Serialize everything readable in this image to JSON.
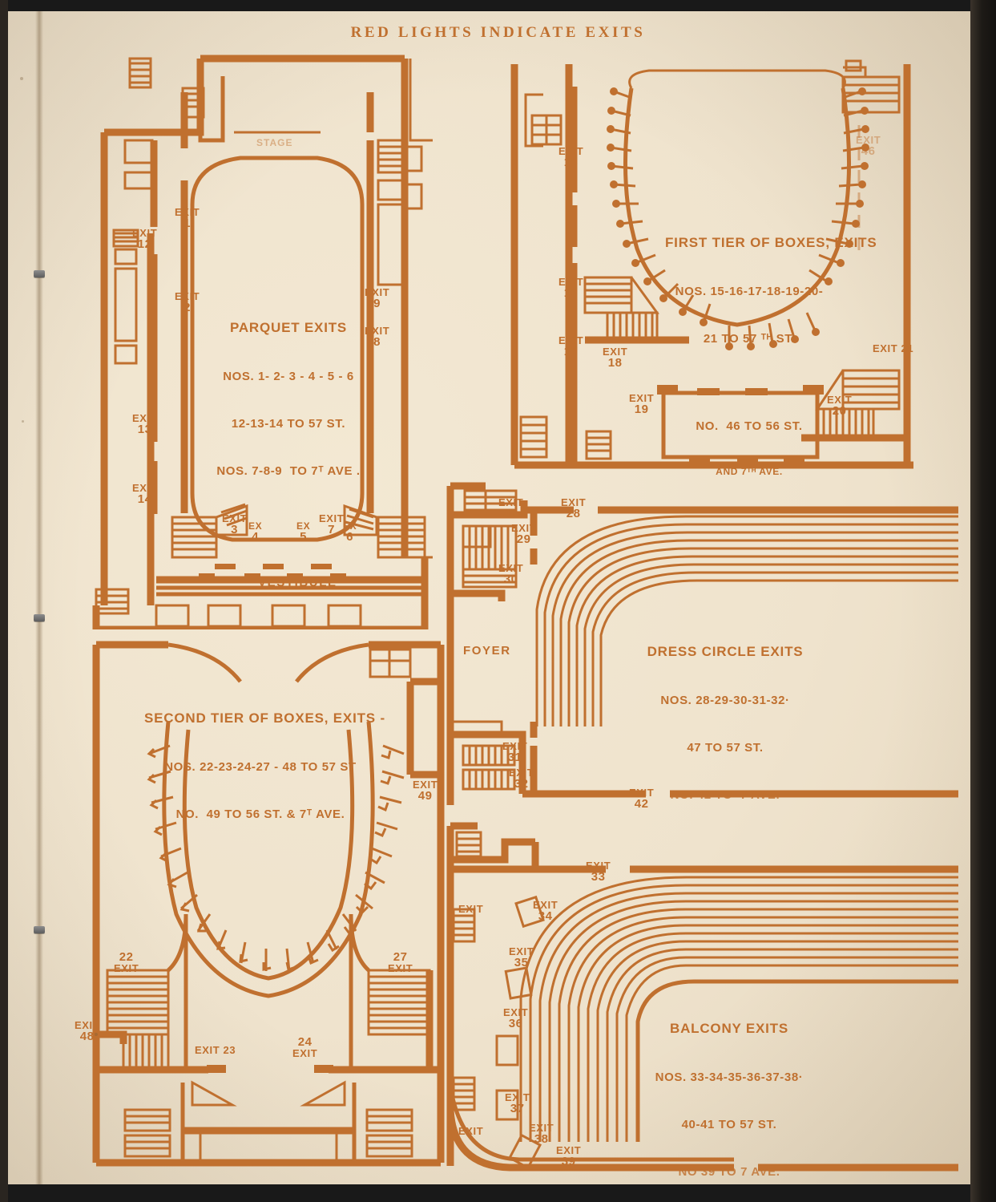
{
  "document": {
    "title": "RED LIGHTS INDICATE EXITS",
    "ink_color": "#c0702f",
    "paper_color": "#efe3cd"
  },
  "plans": {
    "parquet": {
      "heading": "Parquet Exits",
      "line1": "Nos. 1- 2- 3 - 4 - 5 - 6",
      "line2": "12-13-14 To 57 St.",
      "line3": "Nos. 7-8-9  To 7ᵀ Ave .",
      "stage_label": "Stage",
      "vestibule_label": "Vestibule",
      "exits": [
        {
          "label": "Exit",
          "n": "1"
        },
        {
          "label": "Exit",
          "n": "2"
        },
        {
          "label": "Exit",
          "n": "3"
        },
        {
          "label": "Ex",
          "n": "4"
        },
        {
          "label": "Ex",
          "n": "5"
        },
        {
          "label": "Ex",
          "n": "6"
        },
        {
          "label": "Exit",
          "n": "7"
        },
        {
          "label": "Exit",
          "n": "8"
        },
        {
          "label": "Exit",
          "n": "9"
        },
        {
          "label": "Exit",
          "n": "12"
        },
        {
          "label": "Exit",
          "n": "13"
        },
        {
          "label": "Exit",
          "n": "14"
        }
      ]
    },
    "first_tier": {
      "heading": "First Tier of Boxes, Exits",
      "line1": "Nos. 15-16-17-18-19-20-",
      "line2": "21 To 57 ᵀᴴ St.",
      "line3": "No.  46 To 56 St.",
      "line4": "and 7ᵀᴴ Ave.",
      "exits": [
        {
          "label": "Exit",
          "n": "15"
        },
        {
          "label": "Exit",
          "n": "16"
        },
        {
          "label": "Exit",
          "n": "17"
        },
        {
          "label": "Exit",
          "n": "18"
        },
        {
          "label": "Exit",
          "n": "19"
        },
        {
          "label": "Exit",
          "n": "20"
        },
        {
          "label": "Exit",
          "n": "21"
        },
        {
          "label": "Exit",
          "n": "46"
        }
      ]
    },
    "dress_circle": {
      "heading": "Dress Circle Exits",
      "line1": "Nos. 28-29-30-31-32·",
      "line2": "47 To 57 St.",
      "line3": "No. 42 To  7 Ave.",
      "foyer_label": "Foyer",
      "exits": [
        {
          "label": "Exit",
          "n": "47"
        },
        {
          "label": "Exit",
          "n": "28"
        },
        {
          "label": "Exit",
          "n": "29"
        },
        {
          "label": "Exit",
          "n": "30"
        },
        {
          "label": "Exit",
          "n": "31"
        },
        {
          "label": "Exit",
          "n": "32"
        },
        {
          "label": "Exit",
          "n": "42"
        },
        {
          "label": "Exit",
          "n": "49"
        }
      ]
    },
    "second_tier": {
      "heading": "Second Tier of Boxes, Exits -",
      "line1": "Nos. 22-23-24-27 - 48 To 57 St",
      "line2": "No.  49 To 56 St. & 7ᵀ Ave.",
      "exits": [
        {
          "label": "Exit",
          "n": "22"
        },
        {
          "label": "Exit",
          "n": "23"
        },
        {
          "label": "Exit",
          "n": "24"
        },
        {
          "label": "Exit",
          "n": "27"
        },
        {
          "label": "Exit",
          "n": "48"
        }
      ]
    },
    "balcony": {
      "heading": "Balcony Exits",
      "line1": "Nos. 33-34-35-36-37-38·",
      "line2": "40-41 To 57 St.",
      "line3": "No 39 To 7 Ave.",
      "exits": [
        {
          "label": "Exit",
          "n": "33"
        },
        {
          "label": "Exit",
          "n": "34"
        },
        {
          "label": "Exit",
          "n": "35"
        },
        {
          "label": "Exit",
          "n": "36"
        },
        {
          "label": "Exit",
          "n": "37"
        },
        {
          "label": "Exit",
          "n": "38"
        },
        {
          "label": "Exit",
          "n": "39"
        },
        {
          "label": "Exit",
          "n": ""
        },
        {
          "label": "Exit",
          "n": ""
        }
      ]
    }
  }
}
